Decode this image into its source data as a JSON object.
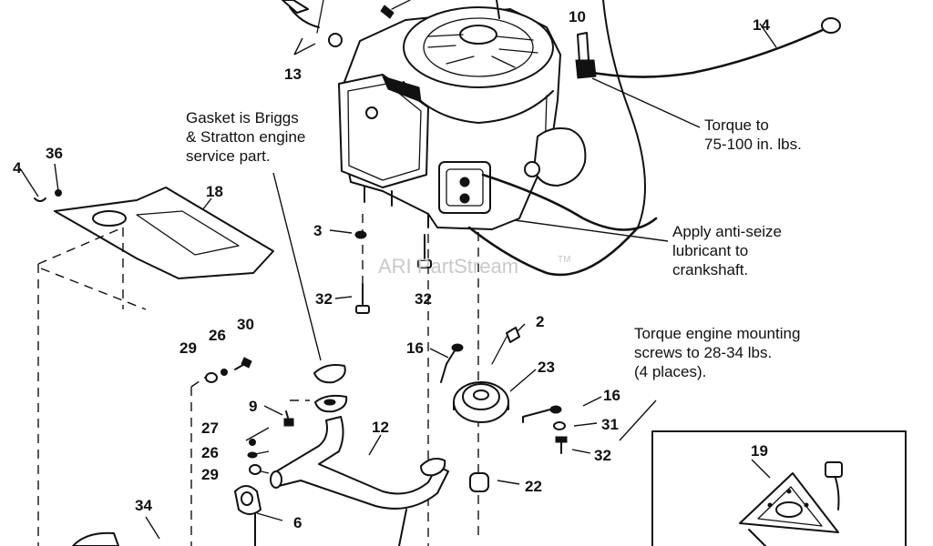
{
  "notes": {
    "gasket": [
      "Gasket is Briggs",
      "& Stratton engine",
      "service part."
    ],
    "torque_dipstick": [
      "Torque to",
      "75-100 in. lbs."
    ],
    "anti_seize": [
      "Apply anti-seize",
      "lubricant to",
      "crankshaft."
    ],
    "mounting": [
      "Torque engine mounting",
      "screws to 28-34 lbs.",
      "(4 places)."
    ]
  },
  "watermark": {
    "text": "ARI PartStream",
    "tm": "TM"
  },
  "callouts": {
    "c10": "10",
    "c14": "14",
    "c13": "13",
    "c4": "4",
    "c36": "36",
    "c18": "18",
    "c3": "3",
    "c32a": "32",
    "c32b": "32",
    "c2": "2",
    "c16a": "16",
    "c23": "23",
    "c29a": "29",
    "c26a": "26",
    "c30": "30",
    "c9": "9",
    "c12": "12",
    "c16b": "16",
    "c31": "31",
    "c32c": "32",
    "c27": "27",
    "c26b": "26",
    "c29b": "29",
    "c22": "22",
    "c19": "19",
    "c6": "6",
    "c34": "34"
  }
}
